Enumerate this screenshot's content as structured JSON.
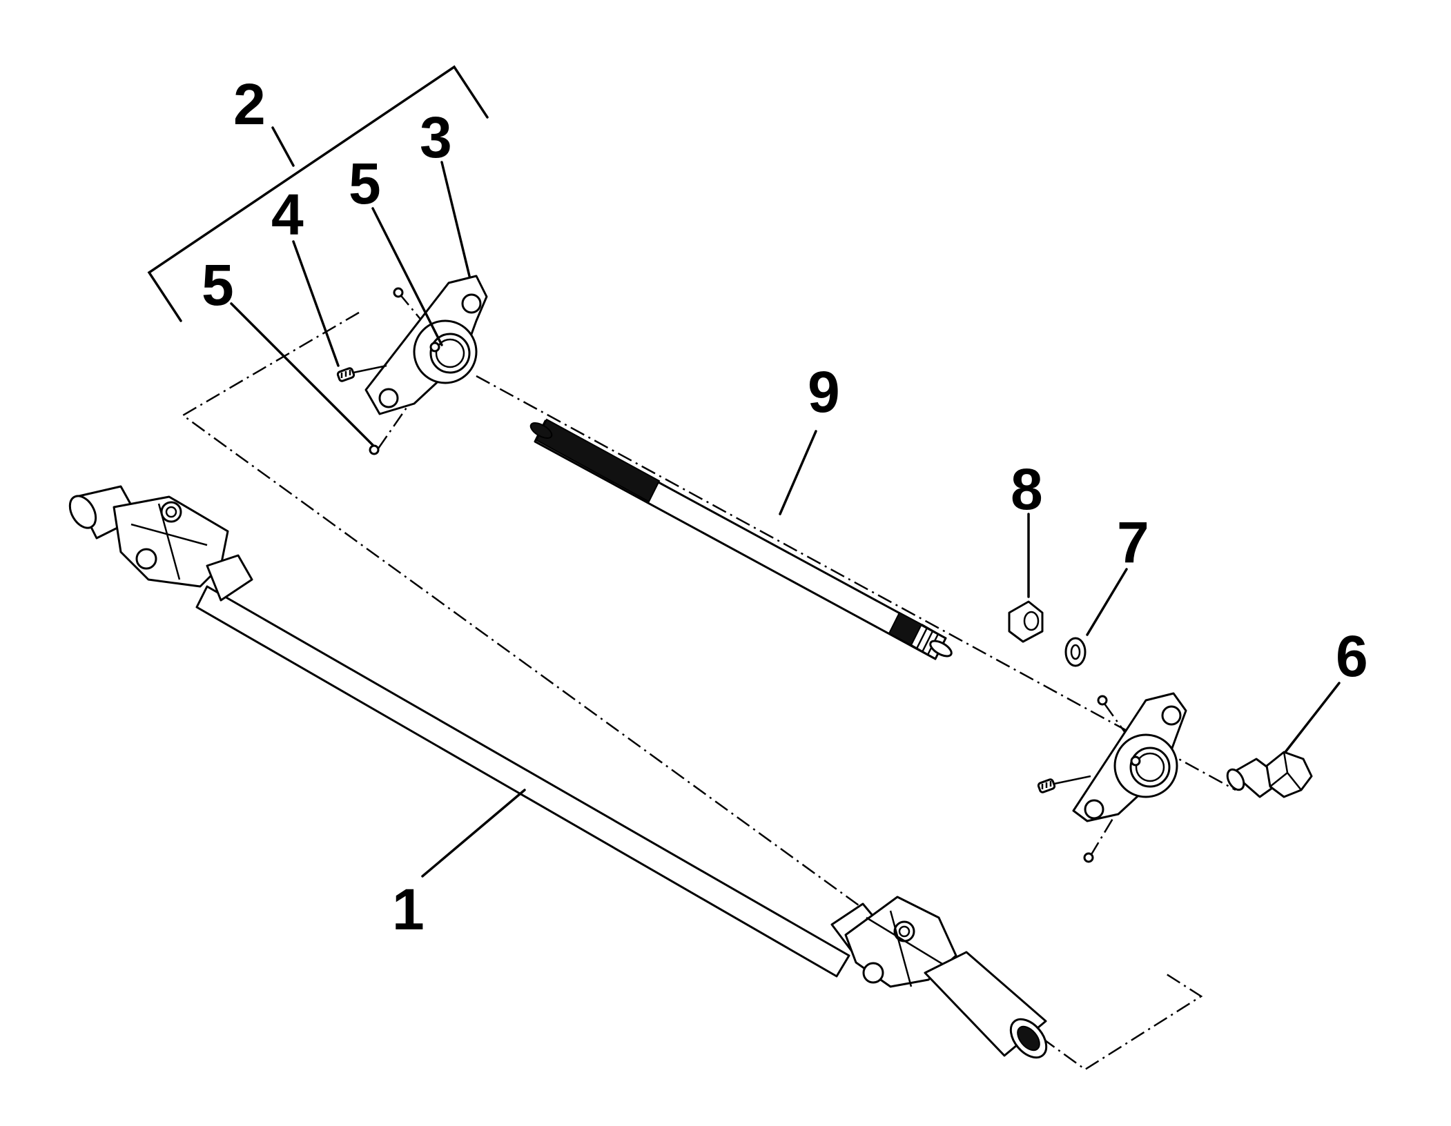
{
  "diagram": {
    "callouts": [
      {
        "id": "c1",
        "text": "1"
      },
      {
        "id": "c2",
        "text": "2"
      },
      {
        "id": "c3",
        "text": "3"
      },
      {
        "id": "c4",
        "text": "4"
      },
      {
        "id": "c5a",
        "text": "5"
      },
      {
        "id": "c5b",
        "text": "5"
      },
      {
        "id": "c6",
        "text": "6"
      },
      {
        "id": "c7",
        "text": "7"
      },
      {
        "id": "c8",
        "text": "8"
      },
      {
        "id": "c9",
        "text": "9"
      }
    ]
  }
}
